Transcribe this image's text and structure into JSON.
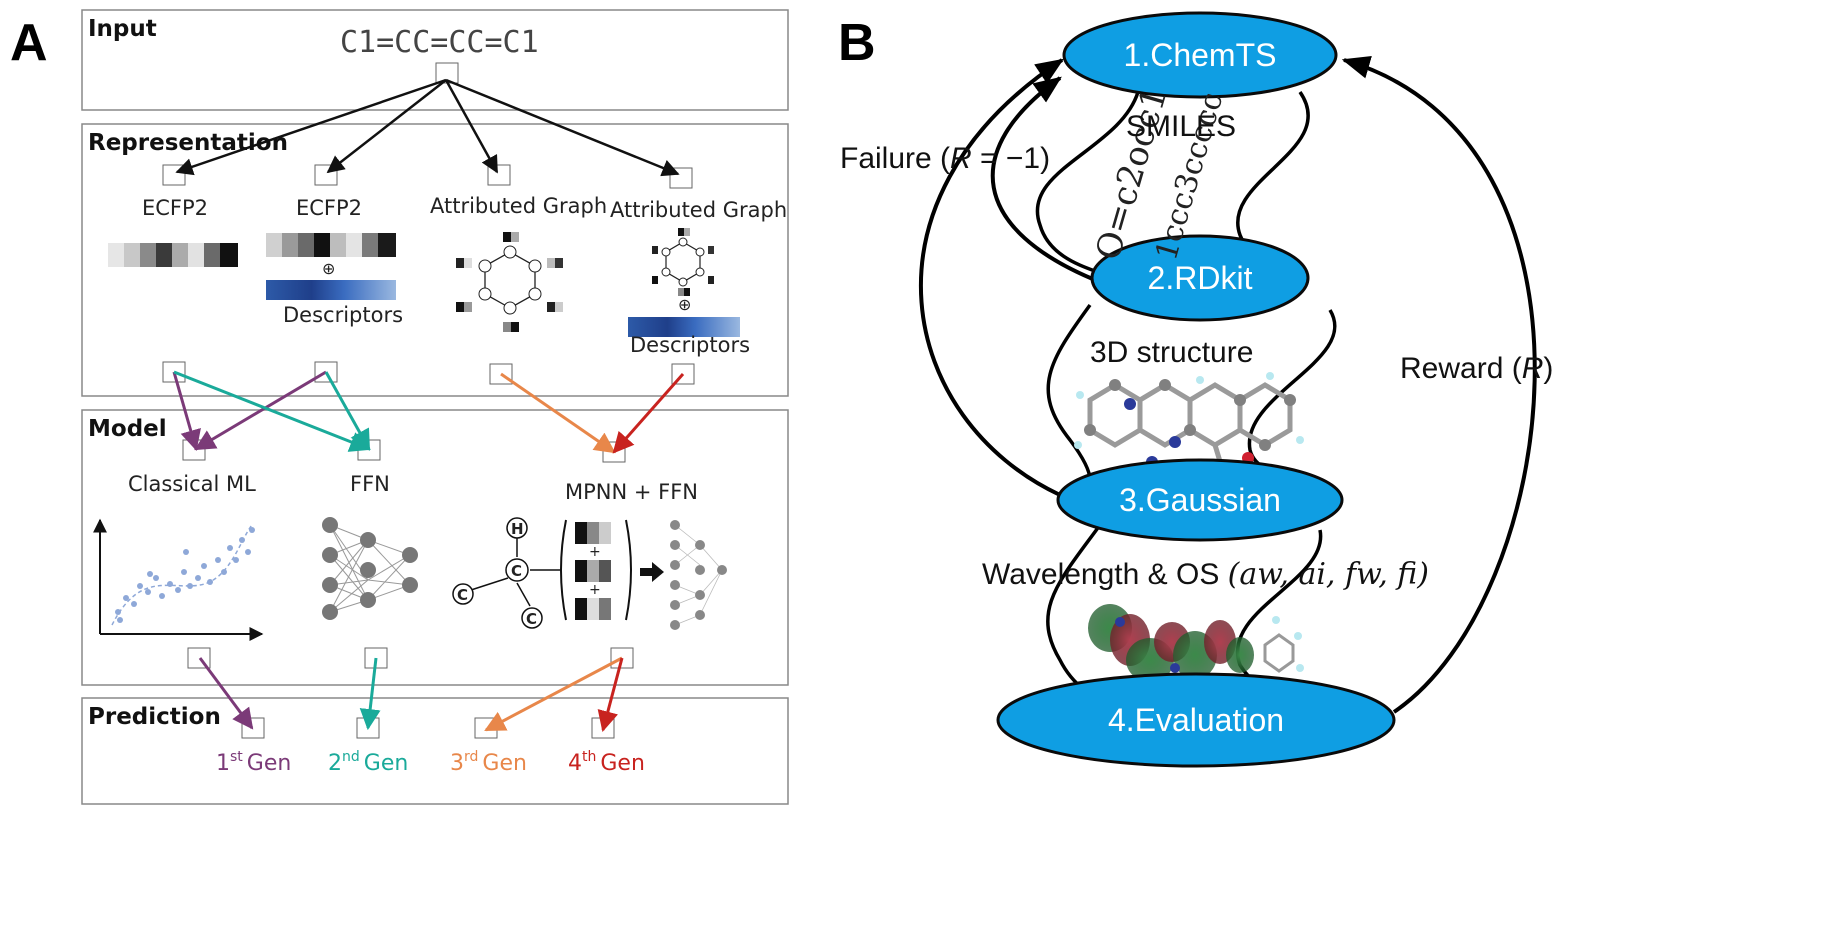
{
  "panel_a": {
    "letter": "A",
    "input": {
      "title": "Input",
      "smiles": "C1=CC=CC=C1"
    },
    "representation": {
      "title": "Representation",
      "items": [
        {
          "label": "ECFP2"
        },
        {
          "label": "ECFP2",
          "extra": "Descriptors"
        },
        {
          "label": "Attributed Graph"
        },
        {
          "label": "Attributed Graph",
          "extra": "Descriptors"
        }
      ]
    },
    "model": {
      "title": "Model",
      "items": [
        {
          "label": "Classical ML"
        },
        {
          "label": "FFN"
        },
        {
          "label": "MPNN + FFN"
        }
      ],
      "atoms": {
        "h": "H",
        "c": "C",
        "plus": "+",
        "circle_plus": "⊕"
      }
    },
    "prediction": {
      "title": "Prediction",
      "generations": [
        {
          "num": "1",
          "sup": "st",
          "text": "Gen",
          "color": "#7b3a78"
        },
        {
          "num": "2",
          "sup": "nd",
          "text": "Gen",
          "color": "#1aaa9a"
        },
        {
          "num": "3",
          "sup": "rd",
          "text": "Gen",
          "color": "#e8874a"
        },
        {
          "num": "4",
          "sup": "th",
          "text": "Gen",
          "color": "#c8231f"
        }
      ]
    }
  },
  "panel_b": {
    "letter": "B",
    "stages": [
      "1.ChemTS",
      "2.RDkit",
      "3.Gaussian",
      "4.Evaluation"
    ],
    "labels": {
      "smiles": "SMILES",
      "structure": "3D structure",
      "failure_prefix": "Failure (",
      "failure_var": "R",
      "failure_suffix": " = −1)",
      "reward_prefix": "Reward (",
      "reward_var": "R",
      "reward_suffix": ")",
      "wavelength": "Wavelength & OS ",
      "wavelength_vars": "(aw, ai, fw, fi)"
    },
    "smiles_strings": [
      "O=c2occ1",
      "1ccc3ccccc"
    ],
    "colors": {
      "ellipse": "#0f9ee3",
      "ellipse_stroke": "#0a0a0a"
    }
  }
}
